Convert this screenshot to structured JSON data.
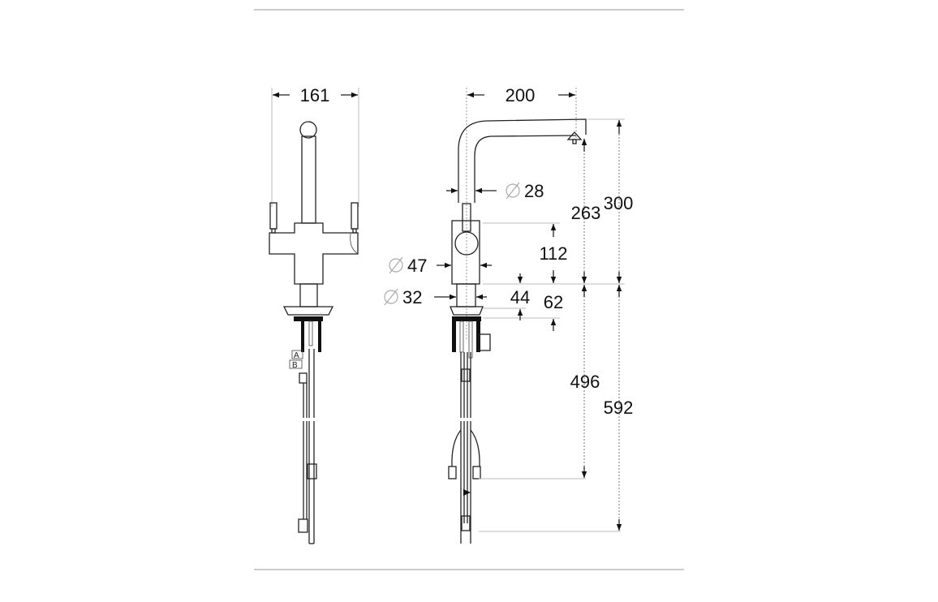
{
  "drawing": {
    "front_view": {
      "width_label": "161",
      "hose_labels": [
        "A",
        "B"
      ]
    },
    "side_view": {
      "reach_label": "200",
      "spout_diameter_label": "28",
      "body_diameter_label": "47",
      "stem_diameter_label": "32",
      "body_height_label": "112",
      "stem_height_label": "44",
      "base_height_label": "62",
      "spout_clearance_label": "263",
      "total_height_label": "300",
      "hose_length_label": "496",
      "total_hose_length_label": "592"
    }
  }
}
